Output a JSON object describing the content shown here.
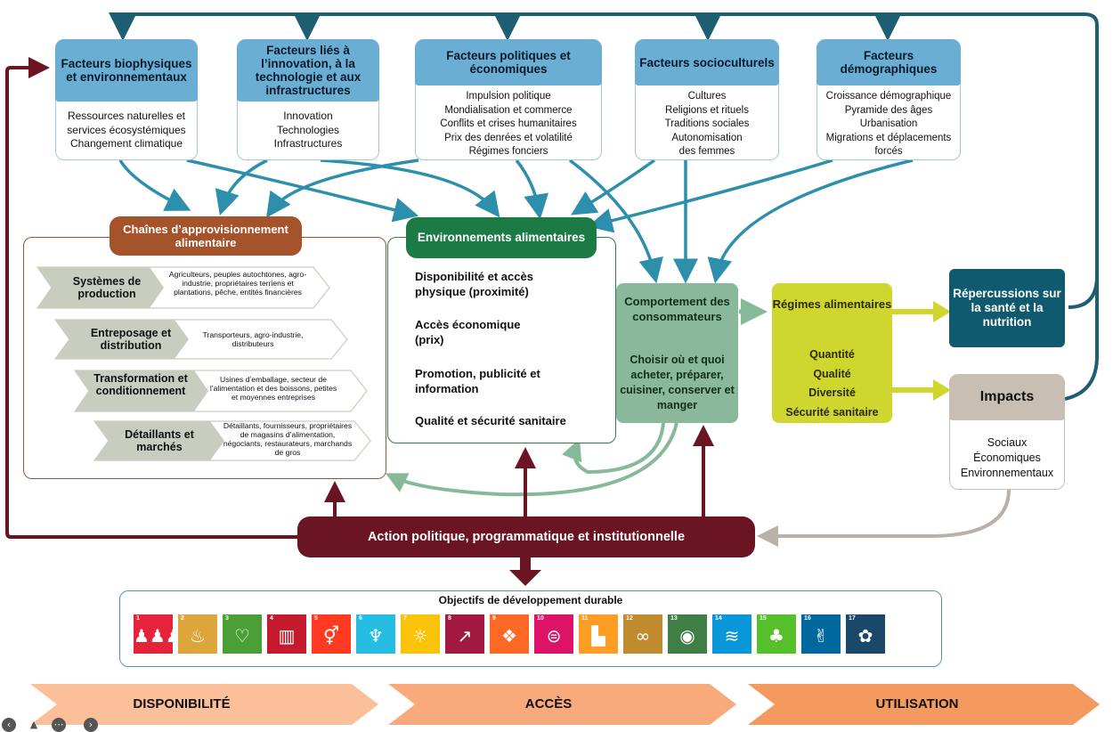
{
  "factors": [
    {
      "title": "Facteurs biophysiques et environnementaux",
      "lines": [
        "Ressources naturelles et",
        "services écosystémiques",
        "Changement climatique"
      ]
    },
    {
      "title": "Facteurs liés à l’innovation, à la technologie et aux infrastructures",
      "lines": [
        "Innovation",
        "Technologies",
        "Infrastructures"
      ]
    },
    {
      "title": "Facteurs politiques et économiques",
      "lines": [
        "Impulsion politique",
        "Mondialisation et commerce",
        "Conflits et crises humanitaires",
        "Prix des denrées et volatilité",
        "Régimes fonciers"
      ]
    },
    {
      "title": "Facteurs socioculturels",
      "lines": [
        "Cultures",
        "Religions et rituels",
        "Traditions sociales",
        "Autonomisation",
        "des femmes"
      ]
    },
    {
      "title": "Facteurs démographiques",
      "lines": [
        "Croissance démographique",
        "Pyramide des âges",
        "Urbanisation",
        "Migrations et déplacements",
        "forcés"
      ]
    }
  ],
  "supply_chain": {
    "title": "Chaînes d’approvisionnement alimentaire",
    "stages": [
      {
        "label": "Systèmes de production",
        "text": "Agriculteurs, peuples autochtones, agro-industrie, propriétaires terriens et plantations, pêche, entités financières"
      },
      {
        "label": "Entreposage et distribution",
        "text": "Transporteurs, agro-industrie, distributeurs"
      },
      {
        "label": "Transformation et conditionnement",
        "text": "Usines d’emballage, secteur de l’alimentation et des boissons, petites et moyennes entreprises"
      },
      {
        "label": "Détaillants et marchés",
        "text": "Détaillants, fournisseurs, propriétaires de magasins d’alimentation, négociants, restaurateurs, marchands de gros"
      }
    ]
  },
  "food_env": {
    "title": "Environnements alimentaires",
    "items": [
      "Disponibilité et accès physique (proximité)",
      "Accès économique (prix)",
      "Promotion, publicité et information",
      "Qualité et sécurité sanitaire"
    ]
  },
  "consumer": {
    "title": "Comportement des consommateurs",
    "desc": "Choisir où et quoi acheter, préparer, cuisiner, conserver et manger"
  },
  "diets": {
    "title": "Régimes alimentaires",
    "items": [
      "Quantité",
      "Qualité",
      "Diversité",
      "Sécurité sanitaire"
    ]
  },
  "health": "Répercussions sur la santé et la nutrition",
  "impacts": {
    "title": "Impacts",
    "items": [
      "Sociaux",
      "Économiques",
      "Environnementaux"
    ]
  },
  "policy": "Action politique, programmatique et institutionnelle",
  "sdg": {
    "title": "Objectifs de développement durable",
    "goals": [
      {
        "n": "1",
        "color": "#e5243b",
        "glyph": "♟♟♟"
      },
      {
        "n": "2",
        "color": "#dda63a",
        "glyph": "♨"
      },
      {
        "n": "3",
        "color": "#4c9f38",
        "glyph": "♡"
      },
      {
        "n": "4",
        "color": "#c5192d",
        "glyph": "▥"
      },
      {
        "n": "5",
        "color": "#ff3a21",
        "glyph": "⚥"
      },
      {
        "n": "6",
        "color": "#26bde2",
        "glyph": "♆"
      },
      {
        "n": "7",
        "color": "#fcc30b",
        "glyph": "☼"
      },
      {
        "n": "8",
        "color": "#a21942",
        "glyph": "↗"
      },
      {
        "n": "9",
        "color": "#fd6925",
        "glyph": "❖"
      },
      {
        "n": "10",
        "color": "#dd1367",
        "glyph": "⊜"
      },
      {
        "n": "11",
        "color": "#fd9d24",
        "glyph": "▙"
      },
      {
        "n": "12",
        "color": "#bf8b2e",
        "glyph": "∞"
      },
      {
        "n": "13",
        "color": "#3f7e44",
        "glyph": "◉"
      },
      {
        "n": "14",
        "color": "#0a97d9",
        "glyph": "≋"
      },
      {
        "n": "15",
        "color": "#56c02b",
        "glyph": "♣"
      },
      {
        "n": "16",
        "color": "#00689d",
        "glyph": "✌"
      },
      {
        "n": "17",
        "color": "#19486a",
        "glyph": "✿"
      }
    ]
  },
  "stages": [
    "DISPONIBILITÉ",
    "ACCÈS",
    "UTILISATION"
  ],
  "colors": {
    "driver_arrow": "#2c8fac",
    "top_arrow": "#1d5e72",
    "policy_arrow": "#6b1423",
    "feedback_arrow": "#86b99a",
    "diet_arrow": "#cfd62e",
    "impact_arrow": "#b9b0a8",
    "stage_band": "#f6a57a"
  },
  "nav_icons": [
    "back-icon",
    "person-icon",
    "more-icon",
    "forward-icon"
  ]
}
